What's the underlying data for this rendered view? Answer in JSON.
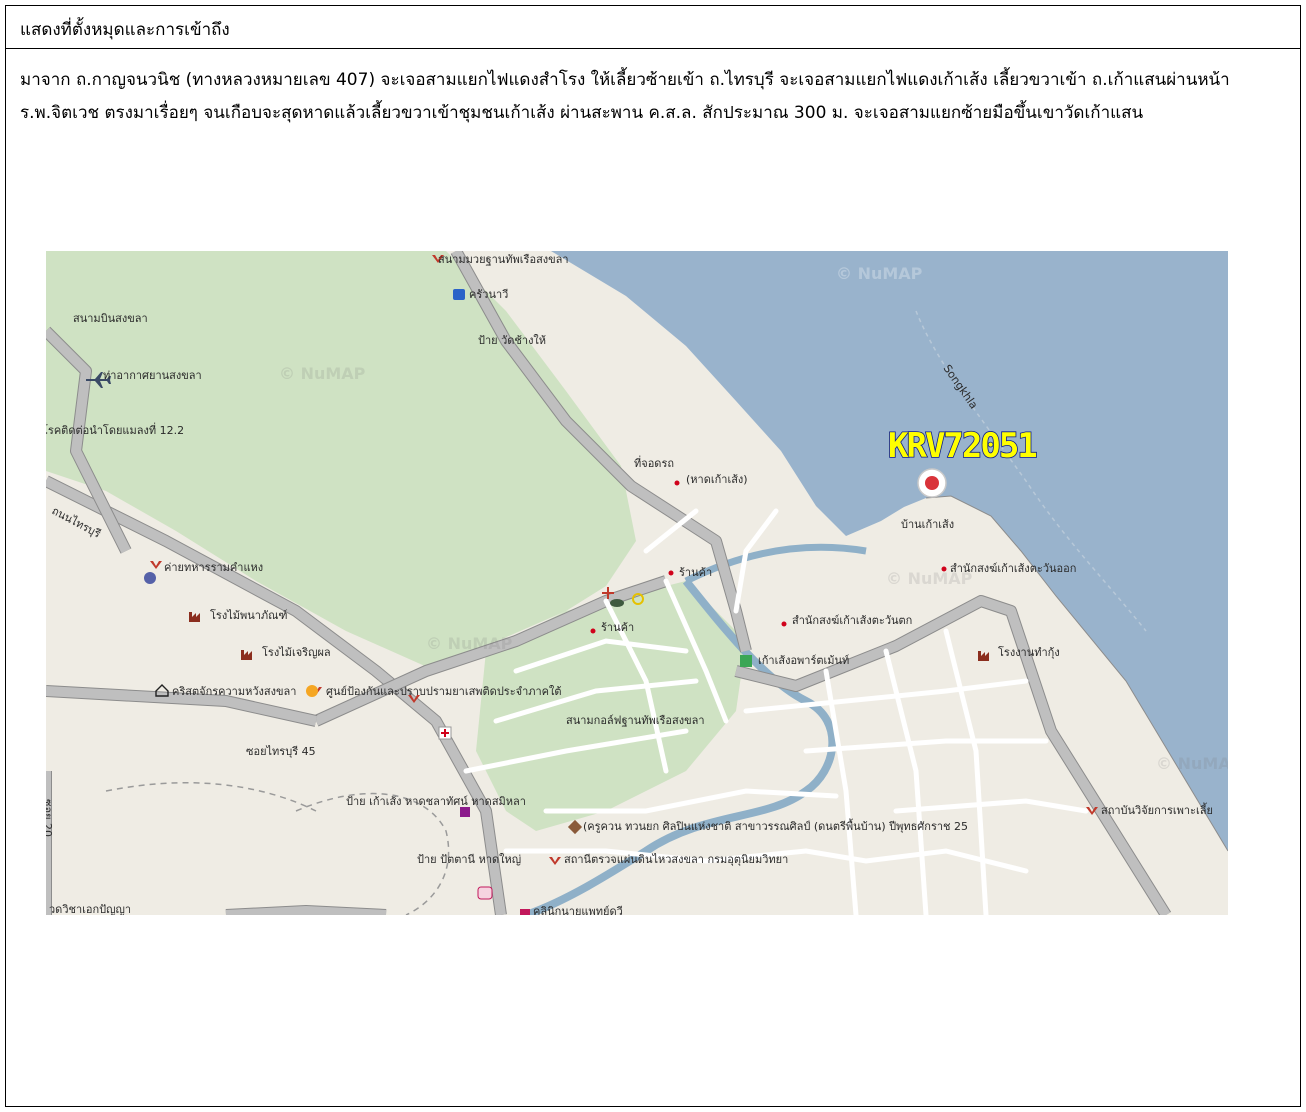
{
  "section": {
    "title": "แสดงที่ตั้งหมุดและการเข้าถึง",
    "description": "มาจาก ถ.กาญจนวนิช (ทางหลวงหมายเลข 407) จะเจอสามแยกไฟแดงสำโรง ให้เลี้ยวซ้ายเข้า ถ.ไทรบุรี จะเจอสามแยกไฟแดงเก้าเส้ง เลี้ยวขวาเข้า ถ.เก้าแสนผ่านหน้า ร.พ.จิตเวช ตรงมาเรื่อยๆ จนเกือบจะสุดหาดแล้วเลี้ยวขวาเข้าชุมชนเก้าเส้ง ผ่านสะพาน ค.ส.ล. สักประมาณ 300 ม. จะเจอสามแยกซ้ายมือขึ้นเขาวัดเก้าแสน"
  },
  "map": {
    "watermark": "© NuMAP",
    "marker": {
      "code": "KRV72051",
      "color": "#d9333a"
    },
    "colors": {
      "water": "#99b3cc",
      "land": "#efece4",
      "park": "#cfe2c3",
      "road": "#bfbfbf",
      "road_outline": "#8c8c8c"
    },
    "labels": {
      "top_park": "สนามมวยฐานทัพเรือสงขลา",
      "restaurant": "ครัวนาวี",
      "airfield": "สนามบินสงขลา",
      "bus_stop_wat": "ป้าย วัดช้างให้",
      "airport": "ท่าอากาศยานสงขลา",
      "checkpoint": "โรคติดต่อนำโดยแมลงที่ 12.2",
      "songkhla": "Songkhla",
      "parking": "ที่จอดรถ",
      "beach": "(หาดเก้าเส้ง)",
      "village": "บ้านเก้าเส้ง",
      "road_saiburi": "ถนนไทรบุรี",
      "army_camp": "ค่ายทหารรามคำแหง",
      "shop1": "ร้านค้า",
      "monk_east": "สำนักสงฆ์เก้าเส้งตะวันออก",
      "sawmill1": "โรงไม้พนาภัณฑ์",
      "shop2": "ร้านค้า",
      "monk_west": "สำนักสงฆ์เก้าเส้งตะวันตก",
      "sawmill2": "โรงไม้เจริญผล",
      "apartment": "เก้าเส้งอพาร์ตเม้นท์",
      "shrimp_factory": "โรงงานทำกุ้ง",
      "church": "คริสตจักรความหวังสงขลา",
      "drug_center": "ศูนย์ป้องกันและปราบปรามยาเสพติดประจำภาคใต้",
      "golf": "สนามกอล์ฟฐานทัพเรือสงขลา",
      "soi45": "ซอยไทรบุรี 45",
      "soi20": "ซอย 20",
      "bus_stop_beach": "ป้าย เก้าเส้ง หาดชลาทัศน์ หาดสมิหลา",
      "artist": "(ครูควน ทวนยก ศิลปินแห่งชาติ สาขาวรรณศิลป์ (ดนตรีพื้นบ้าน) ปีพุทธศักราช 25",
      "research": "สถาบันวิจัยการเพาะเลี้ย",
      "bus_stop_pattani": "ป้าย ปัตตานี หาดใหญ่",
      "seismic": "สถานีตรวจแผ่นดินไหวสงขลา กรมอุตุนิยมวิทยา",
      "tutor": "วดวิชาเอกปัญญา",
      "clinic": "คลินิกนายแพทย์ดวี"
    }
  }
}
